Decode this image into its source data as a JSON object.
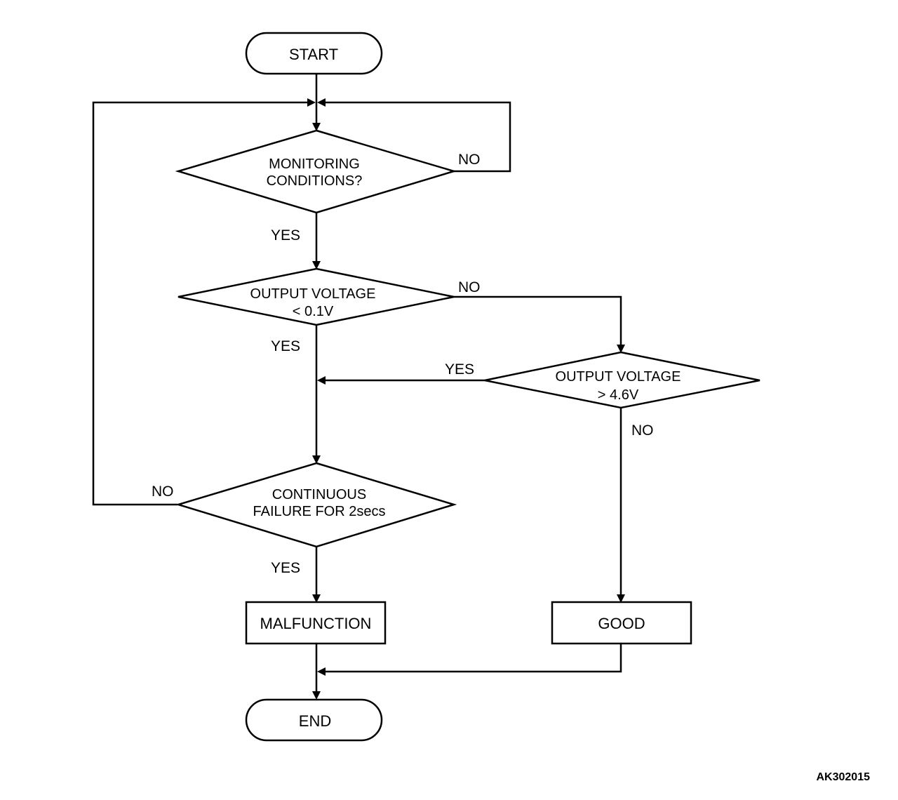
{
  "nodes": {
    "start": "START",
    "monitoring_line1": "MONITORING",
    "monitoring_line2": "CONDITIONS?",
    "low_line1": "OUTPUT VOLTAGE",
    "low_line2": "< 0.1V",
    "high_line1": "OUTPUT VOLTAGE",
    "high_line2": "> 4.6V",
    "continuous_line1": "CONTINUOUS",
    "continuous_line2": "FAILURE FOR 2secs",
    "malfunction": "MALFUNCTION",
    "good": "GOOD",
    "end": "END"
  },
  "labels": {
    "monitoring_no": "NO",
    "monitoring_yes": "YES",
    "low_no": "NO",
    "low_yes": "YES",
    "high_yes": "YES",
    "high_no": "NO",
    "continuous_no": "NO",
    "continuous_yes": "YES"
  },
  "figure_id": "AK302015"
}
